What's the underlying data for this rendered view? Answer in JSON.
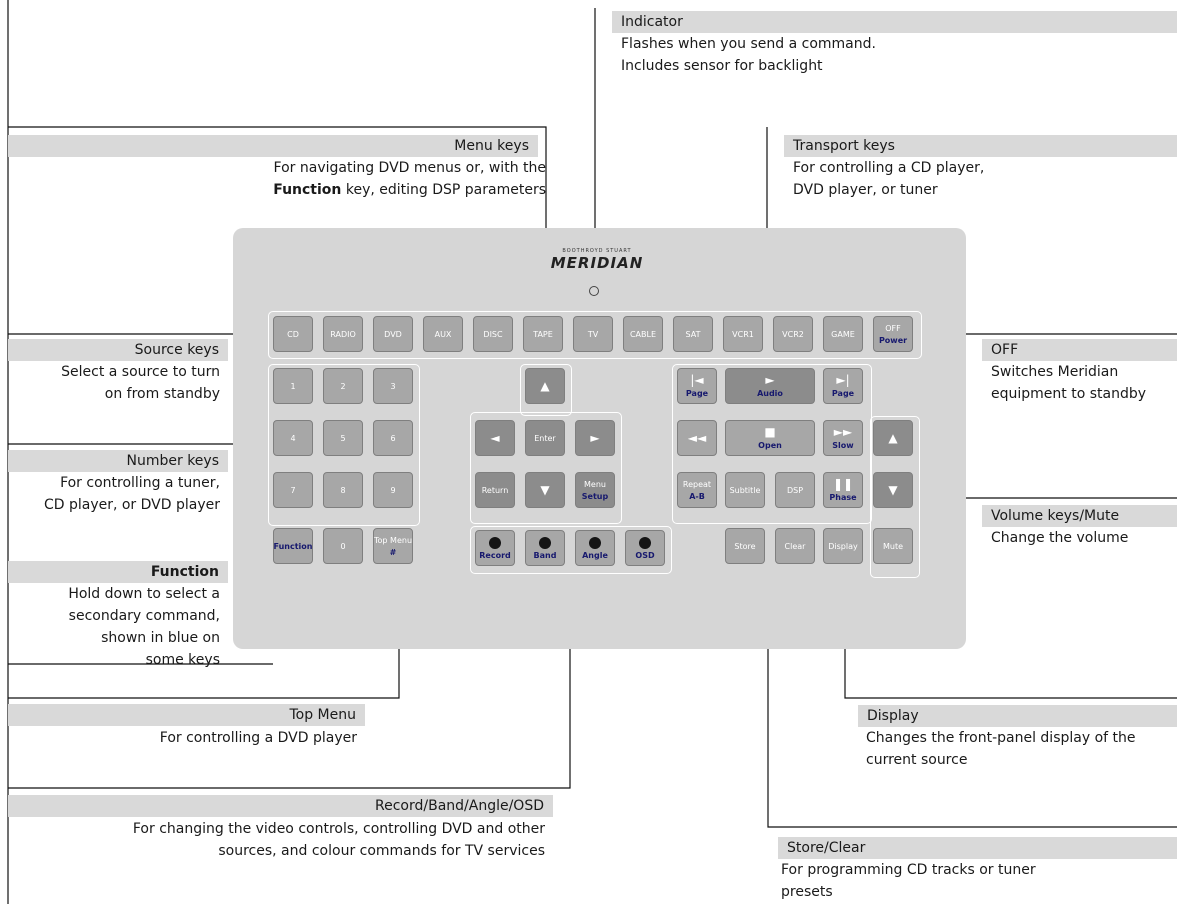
{
  "callouts": {
    "indicator": {
      "title": "Indicator",
      "lines": [
        "Flashes when you send a command.",
        "Includes sensor for backlight"
      ]
    },
    "menu_keys": {
      "title": "Menu keys",
      "line1": "For navigating DVD menus or, with the",
      "line2_bold": "Function",
      "line2_rest": " key, editing DSP parameters"
    },
    "transport": {
      "title": "Transport keys",
      "lines": [
        "For controlling a CD player,",
        "DVD player, or tuner"
      ]
    },
    "source": {
      "title": "Source keys",
      "lines": [
        "Select a source to turn",
        "on from standby"
      ]
    },
    "off": {
      "title": "OFF",
      "lines": [
        "Switches Meridian",
        "equipment to standby"
      ]
    },
    "number": {
      "title": "Number keys",
      "lines": [
        "For controlling a tuner,",
        "CD player, or DVD player"
      ]
    },
    "volume": {
      "title": "Volume keys/Mute",
      "lines": [
        "Change the volume"
      ]
    },
    "function": {
      "title": "Function",
      "lines": [
        "Hold down to select a",
        "secondary command,",
        "shown in blue on",
        "some keys"
      ]
    },
    "top_menu": {
      "title": "Top Menu",
      "lines": [
        "For controlling a DVD player"
      ]
    },
    "display": {
      "title": "Display",
      "lines": [
        "Changes the front-panel display of the",
        "current source"
      ]
    },
    "record": {
      "title": "Record/Band/Angle/OSD",
      "lines": [
        "For changing the video controls, controlling DVD and other",
        "sources, and colour commands for TV services"
      ]
    },
    "store": {
      "title": "Store/Clear",
      "lines": [
        "For programming CD tracks or tuner",
        "presets"
      ]
    }
  },
  "remote": {
    "logo_small": "BOOTHROYD STUART",
    "logo": "MERIDIAN",
    "source_keys": [
      "CD",
      "RADIO",
      "DVD",
      "AUX",
      "DISC",
      "TAPE",
      "TV",
      "CABLE",
      "SAT",
      "VCR1",
      "VCR2",
      "GAME"
    ],
    "off_key": {
      "label": "OFF",
      "sub": "Power"
    },
    "number_keys": [
      "1",
      "2",
      "3",
      "4",
      "5",
      "6",
      "7",
      "8",
      "9"
    ],
    "function_key": "Function",
    "zero_key": "0",
    "top_menu_key": {
      "label": "Top Menu",
      "sub": "#"
    },
    "menu": {
      "up": "▲",
      "left": "◄",
      "enter": "Enter",
      "right": "►",
      "return": "Return",
      "down": "▼",
      "menu": "Menu",
      "setup": "Setup"
    },
    "color_keys": [
      "Record",
      "Band",
      "Angle",
      "OSD"
    ],
    "transport": {
      "prev": {
        "sym": "|◄",
        "sub": "Page"
      },
      "play": {
        "sym": "►",
        "sub": "Audio"
      },
      "next": {
        "sym": "►|",
        "sub": "Page"
      },
      "rew": {
        "sym": "◄◄"
      },
      "stop": {
        "sym": "■",
        "sub": "Open"
      },
      "ffwd": {
        "sym": "►►",
        "sub": "Slow"
      },
      "repeat": {
        "label": "Repeat",
        "sub": "A-B"
      },
      "subtitle": {
        "label": "Subtitle"
      },
      "dsp": {
        "label": "DSP"
      },
      "pause": {
        "sym": "❚❚",
        "sub": "Phase"
      }
    },
    "vol_up": "▲",
    "vol_down": "▼",
    "store": "Store",
    "clear": "Clear",
    "display": "Display",
    "mute": "Mute"
  }
}
